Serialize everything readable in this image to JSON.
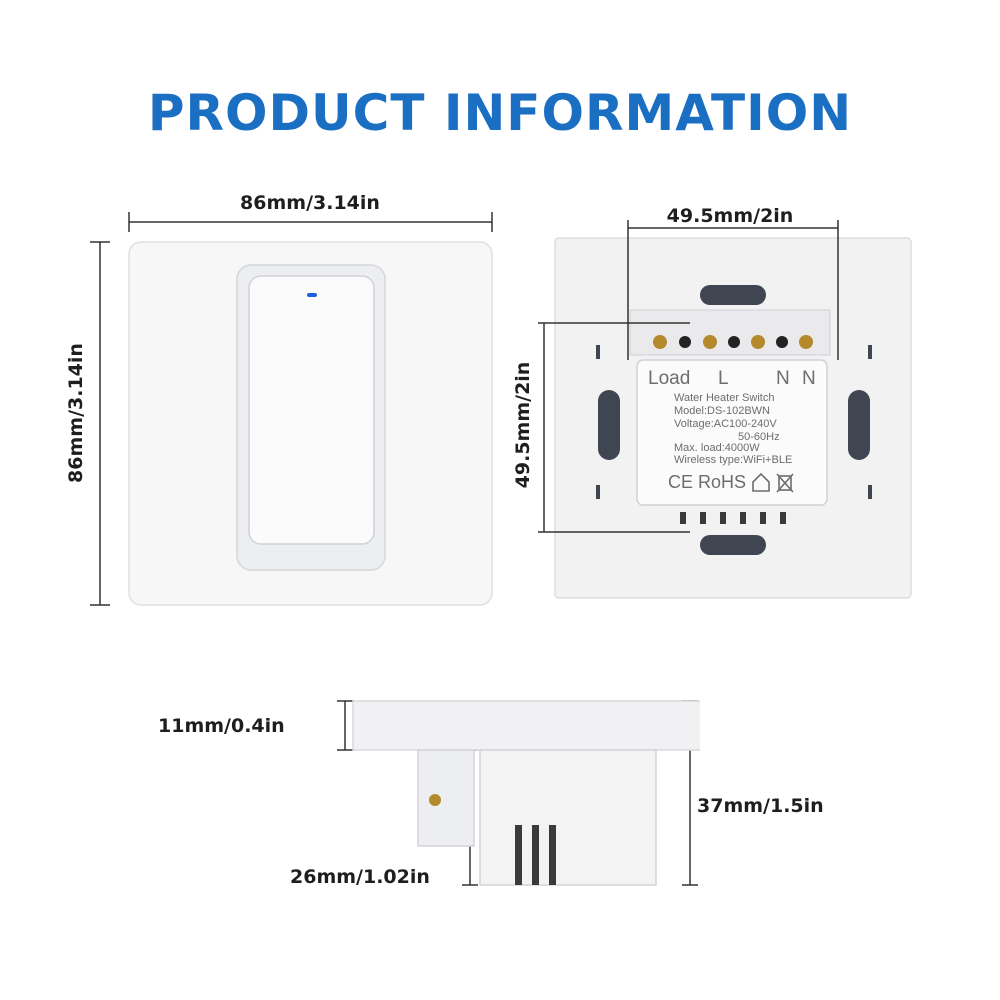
{
  "heading": "PRODUCT INFORMATION",
  "colors": {
    "heading": "#1b6fc2",
    "indicator_led": "#1f5fe0",
    "panel": "#f4f4f5",
    "dimension_line": "#333333"
  },
  "front_view": {
    "width_label": "86mm/3.14in",
    "height_label": "86mm/3.14in"
  },
  "back_view": {
    "width_label": "49.5mm/2in",
    "height_label": "49.5mm/2in",
    "terminals": [
      "Load",
      "L",
      "N",
      "N"
    ],
    "spec_lines": [
      "Water Heater Switch",
      "Model:DS-102BWN",
      "Voltage:AC100-240V",
      "50-60Hz",
      "Max. load:4000W",
      "Wireless type:WiFi+BLE"
    ],
    "marks": "CE RoHS"
  },
  "side_view": {
    "panel_depth_label": "11mm/0.4in",
    "total_depth_label": "37mm/1.5in",
    "box_depth_label": "26mm/1.02in"
  }
}
